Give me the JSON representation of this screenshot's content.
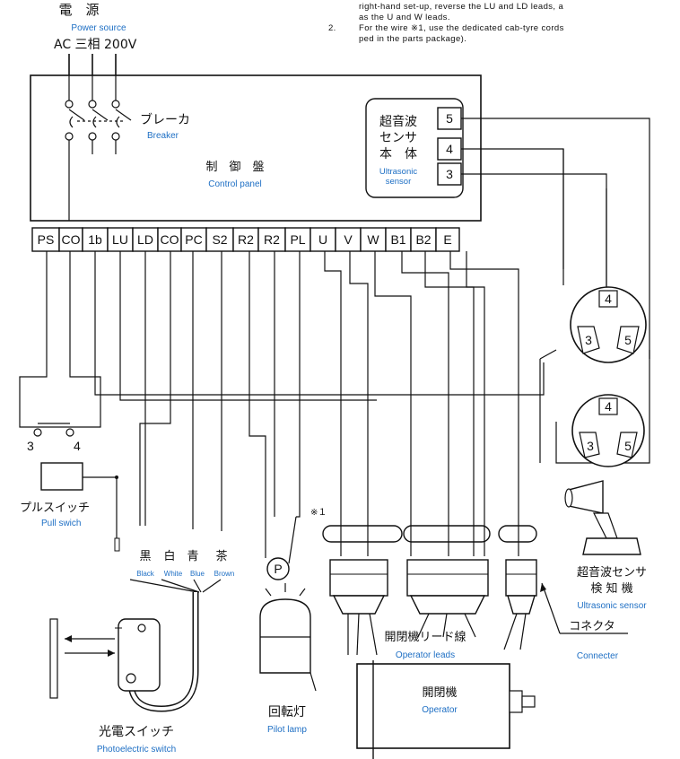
{
  "notes": {
    "line1": "right-hand set-up, reverse the LU and LD leads, a",
    "line2": "as the U and W leads.",
    "num2": "2.",
    "line3": "For the wire ※1, use the dedicated cab-tyre cords",
    "line4": "ped in the parts package)."
  },
  "power": {
    "jp": "電　源",
    "en": "Power source",
    "spec": "AC 三相 200V"
  },
  "breaker": {
    "jp": "ブレーカ",
    "en": "Breaker"
  },
  "control_panel": {
    "jp": "制　御　盤",
    "en": "Control panel"
  },
  "sensor_body": {
    "jp_lines": [
      "超音波",
      "センサ",
      "本　体"
    ],
    "en_lines": [
      "Ultrasonic",
      "sensor"
    ],
    "terminals": [
      "5",
      "4",
      "3"
    ]
  },
  "terminals": [
    "PS",
    "CO",
    "1b",
    "LU",
    "LD",
    "CO",
    "PC",
    "S2",
    "R2",
    "R2",
    "PL",
    "U",
    "V",
    "W",
    "B1",
    "B2",
    "E"
  ],
  "connector_pins": {
    "top": "4",
    "left": "3",
    "right": "5"
  },
  "pull_switch": {
    "jp": "プルスイッチ",
    "en": "Pull swich",
    "pin_left": "3",
    "pin_right": "4"
  },
  "wire_colors": {
    "jp": [
      "黒",
      "白",
      "青",
      "茶"
    ],
    "en": [
      "Black",
      "White",
      "Blue",
      "Brown"
    ]
  },
  "photo_switch": {
    "jp": "光電スイッチ",
    "en": "Photoelectric switch"
  },
  "pilot_lamp": {
    "jp": "回転灯",
    "en": "Pilot lamp",
    "symbol": "P"
  },
  "wire_mark": "※１",
  "operator_leads": {
    "jp": "開閉機リード線",
    "en": "Operator leads"
  },
  "operator": {
    "jp": "開閉機",
    "en": "Operator"
  },
  "connecter": {
    "jp": "コネクタ",
    "en": "Connecter"
  },
  "ultrasonic_detector": {
    "jp_line1": "超音波センサ",
    "jp_line2": "検 知 機",
    "en": "Ultrasonic sensor"
  },
  "colors": {
    "label_blue": "#1e6fc4",
    "line": "#111111"
  }
}
